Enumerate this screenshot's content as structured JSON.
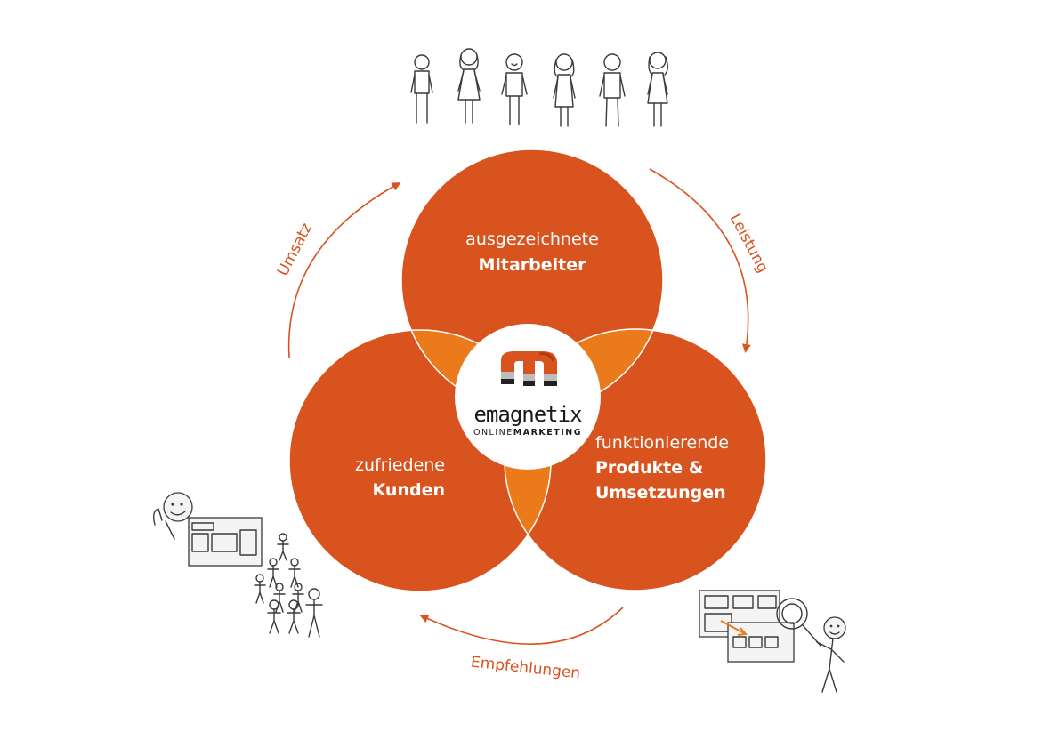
{
  "colors": {
    "circle": "#d9531e",
    "overlap": "#ea7a1a",
    "center": "#ffffff",
    "logo_text": "#1a1a1a",
    "arrow": "#d9531e"
  },
  "circles": {
    "top": {
      "line1": "ausgezeichnete",
      "line2": "Mitarbeiter"
    },
    "left": {
      "line1": "zufriedene",
      "line2": "Kunden"
    },
    "right": {
      "line1": "funktionierende",
      "line2": "Produkte &",
      "line3": "Umsetzungen"
    }
  },
  "logo": {
    "brand": "emagnetix",
    "tagline_light": "ONLINE",
    "tagline_bold": "MARKETING"
  },
  "arrows": {
    "top_left": "Umsatz",
    "top_right": "Leistung",
    "bottom": "Empfehlungen"
  },
  "illustrations": {
    "top": "people-group-icon",
    "left": "customer-thumbs-up-icon",
    "right": "product-review-icon"
  }
}
